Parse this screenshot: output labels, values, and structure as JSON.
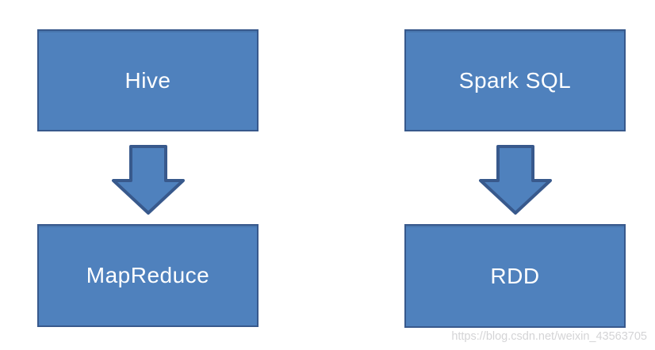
{
  "colors": {
    "background": "#ffffff",
    "box_fill": "#4f81bd",
    "box_border": "#38598c",
    "box_text": "#ffffff",
    "watermark": "#d4d4d6"
  },
  "diagram": {
    "columns": [
      {
        "top": "Hive",
        "bottom": "MapReduce",
        "arrow_icon": "down-block-arrow"
      },
      {
        "top": "Spark SQL",
        "bottom": "RDD",
        "arrow_icon": "down-block-arrow"
      }
    ]
  },
  "watermark": {
    "text": "https://blog.csdn.net/weixin_43563705"
  }
}
